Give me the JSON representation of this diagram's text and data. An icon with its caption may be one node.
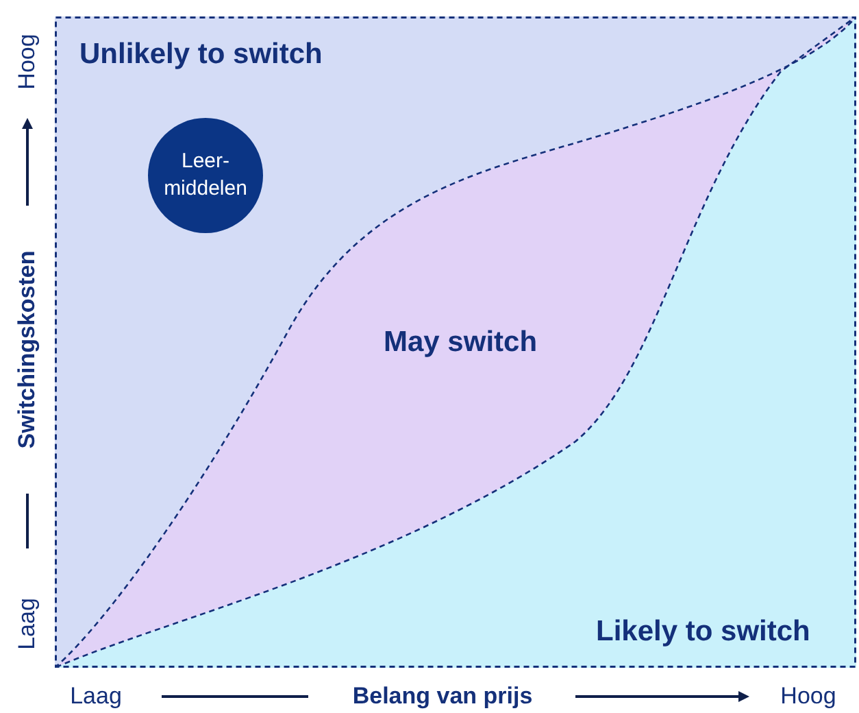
{
  "diagram": {
    "nodes": [
      {
        "text": [
          "Unlikely to switch"
        ]
      },
      {
        "text": [
          "Leer- middelen"
        ],
        "in": 0
      },
      {
        "text": [
          "May switch"
        ]
      },
      {
        "text": [
          "Likely to switch"
        ]
      }
    ],
    "labels": [
      "Hoog",
      "Switchingskosten",
      "Laag",
      "Laag",
      "Belang van prijs",
      "Hoog"
    ]
  }
}
